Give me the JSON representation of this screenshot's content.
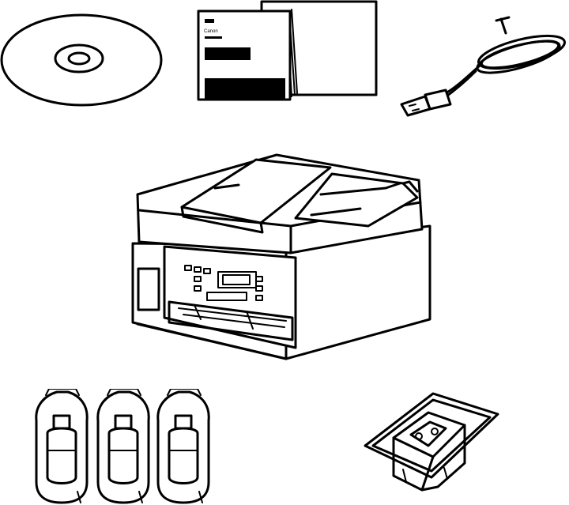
{
  "manual": {
    "brand_text": "Canon"
  },
  "items": [
    {
      "name": "setup-cd",
      "icon": "cd-rom-icon"
    },
    {
      "name": "manuals",
      "icon": "document-stack-icon"
    },
    {
      "name": "power-cord",
      "icon": "power-cord-icon"
    },
    {
      "name": "printer",
      "icon": "printer-icon"
    },
    {
      "name": "ink-bottles",
      "icon": "ink-bottle-icon",
      "count": 3
    },
    {
      "name": "print-head",
      "icon": "print-head-cartridge-icon"
    }
  ]
}
